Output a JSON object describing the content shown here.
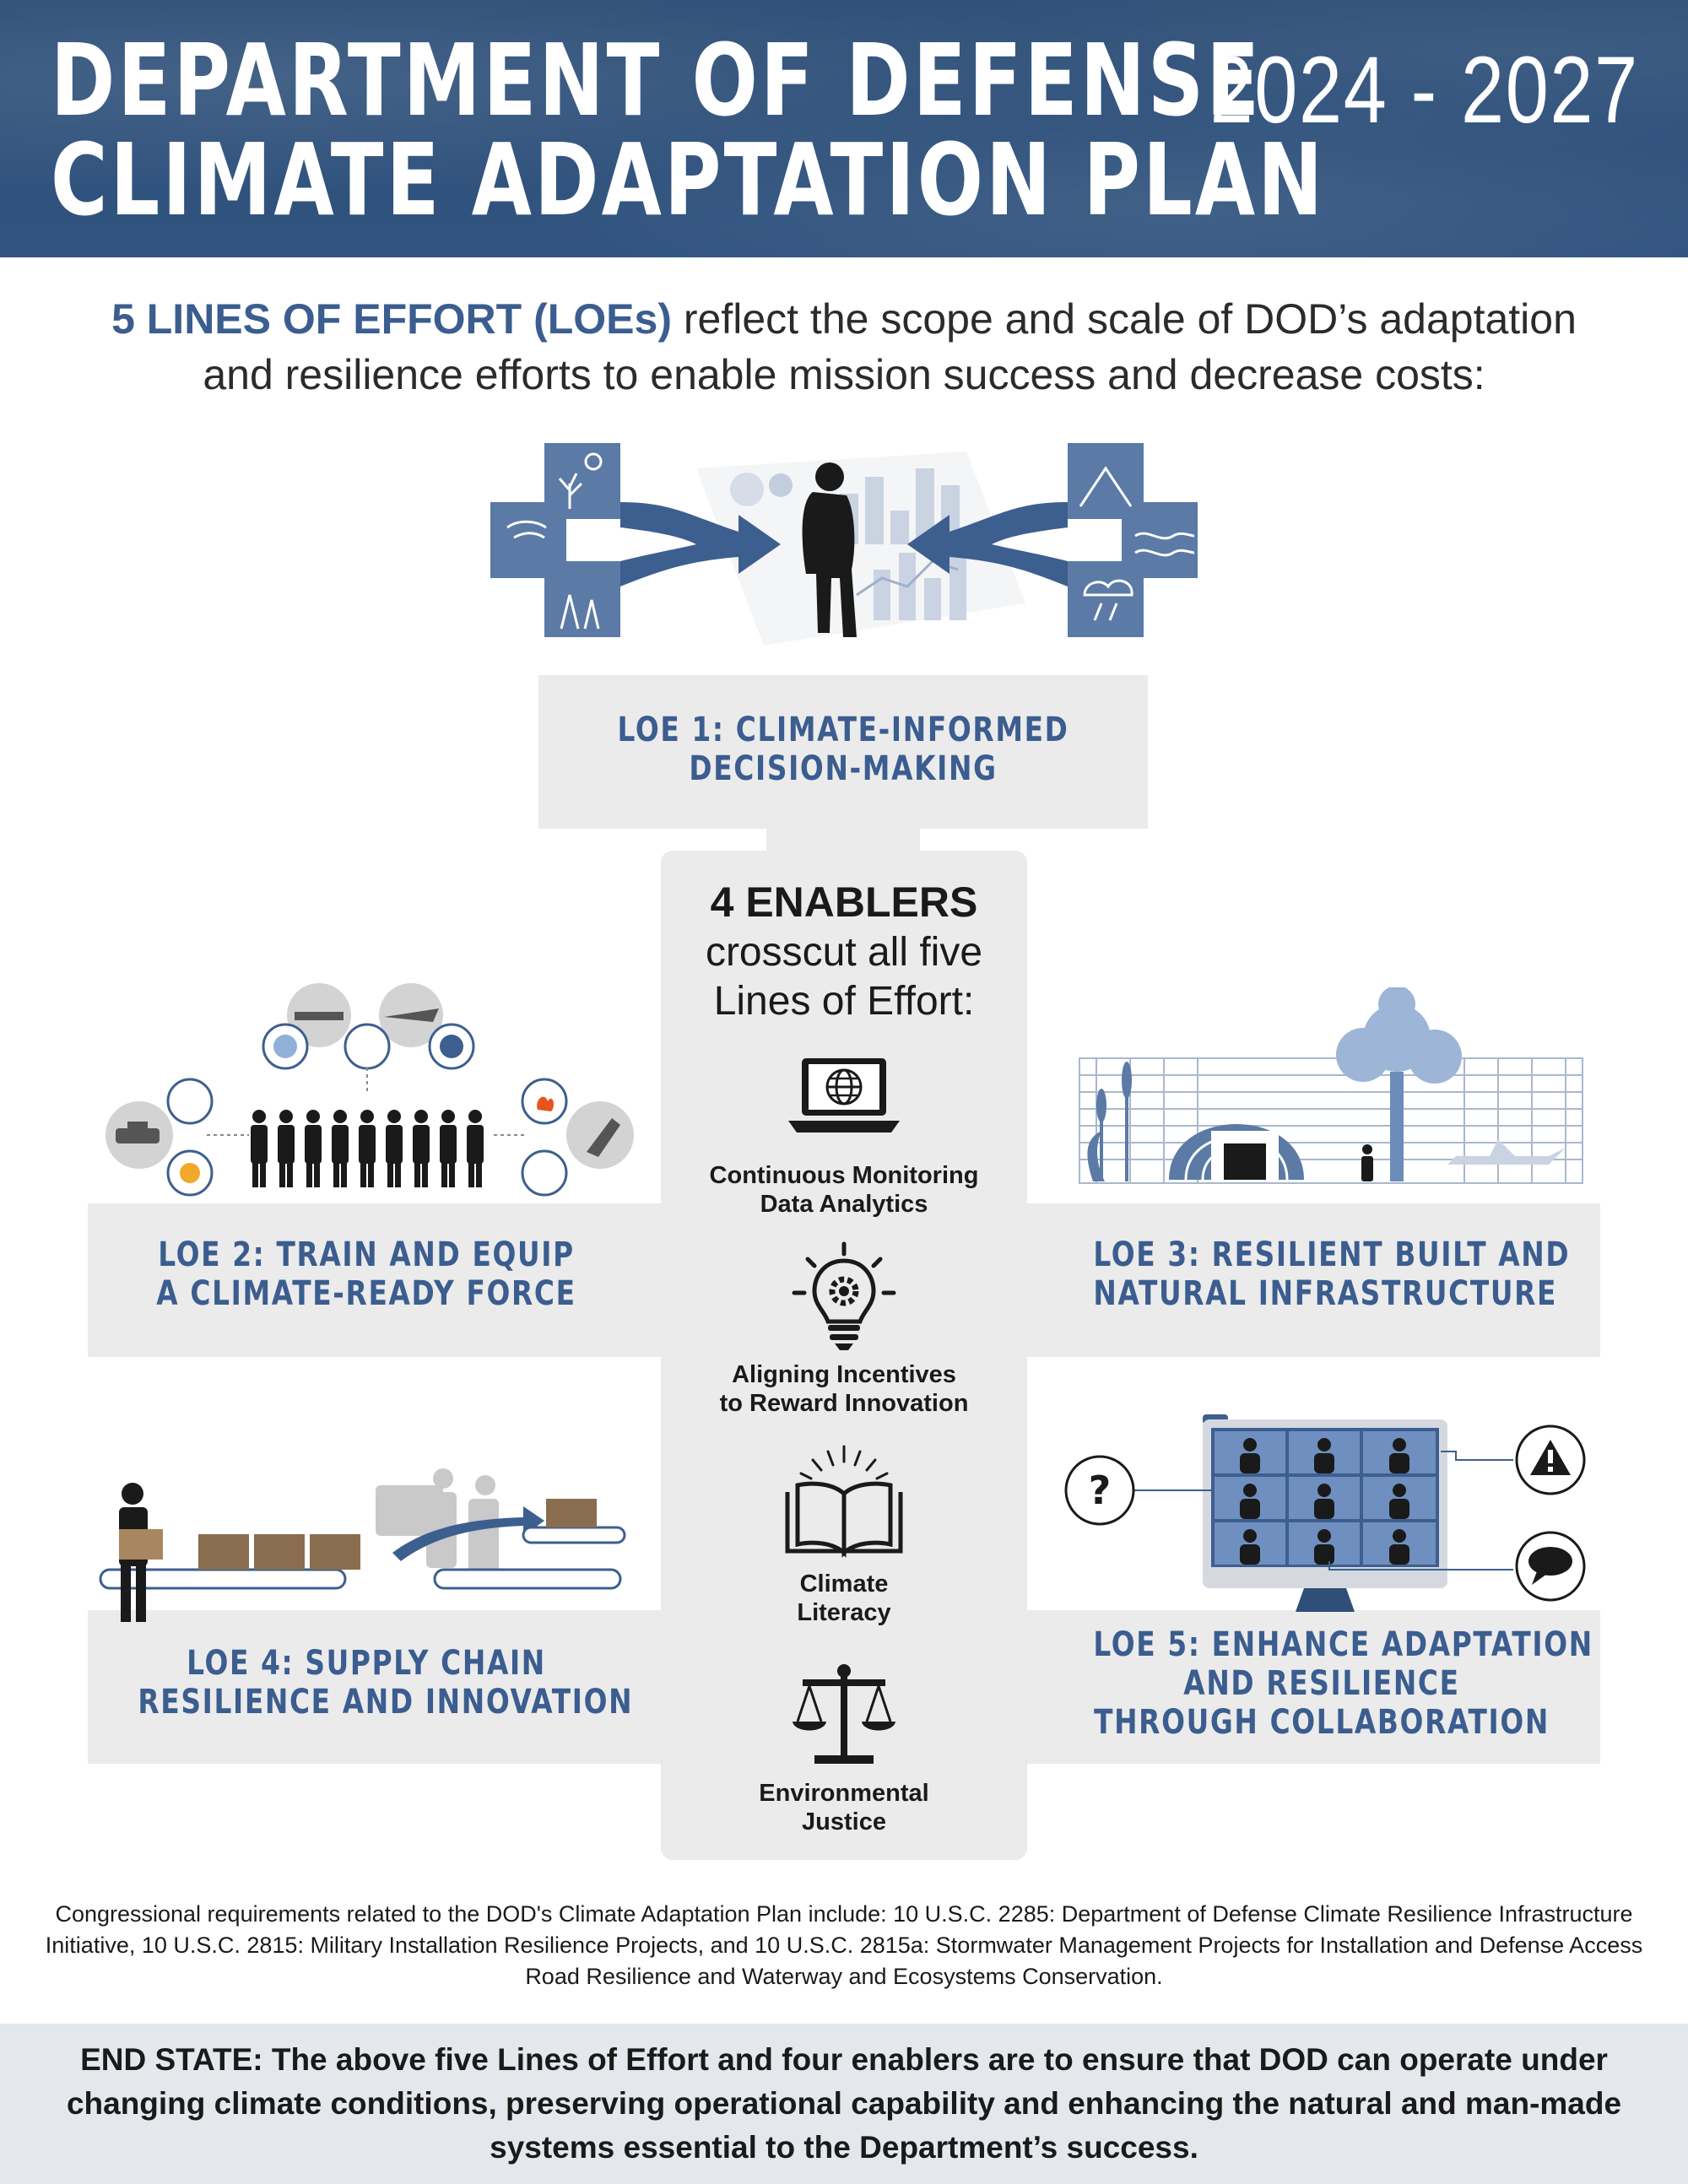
{
  "header": {
    "title_line1": "DEPARTMENT OF DEFENSE",
    "title_line2": "CLIMATE ADAPTATION PLAN",
    "years": "2024 - 2027"
  },
  "intro": {
    "highlight": "5 LINES OF EFFORT (LOEs)",
    "text1": " reflect the scope and scale of DOD’s adaptation",
    "text2": "and resilience efforts to enable mission success and decrease costs:"
  },
  "loes": {
    "loe1_l1": "LOE 1: CLIMATE-INFORMED",
    "loe1_l2": "DECISION-MAKING",
    "loe2_l1": "LOE 2: TRAIN AND EQUIP",
    "loe2_l2": "A CLIMATE-READY FORCE",
    "loe3_l1": "LOE 3: RESILIENT BUILT AND",
    "loe3_l2": "NATURAL INFRASTRUCTURE",
    "loe4_l1": "LOE 4: SUPPLY CHAIN",
    "loe4_l2": "RESILIENCE AND INNOVATION",
    "loe5_l1": "LOE 5: ENHANCE ADAPTATION",
    "loe5_l2": "AND RESILIENCE",
    "loe5_l3": "THROUGH COLLABORATION"
  },
  "enablers": {
    "title": "4 ENABLERS",
    "sub1": "crosscut all five",
    "sub2": "Lines of Effort:",
    "e1_l1": "Continuous Monitoring",
    "e1_l2": "Data Analytics",
    "e2_l1": "Aligning Incentives",
    "e2_l2": "to Reward Innovation",
    "e3_l1": "Climate",
    "e3_l2": "Literacy",
    "e4_l1": "Environmental",
    "e4_l2": "Justice"
  },
  "icons": {
    "e1": "laptop-globe-icon",
    "e2": "lightbulb-gear-icon",
    "e3": "open-book-icon",
    "e4": "scales-icon",
    "warning": "warning-icon",
    "question": "question-icon",
    "chat": "speech-bubble-icon"
  },
  "congress_text": "Congressional requirements related to the DOD's Climate Adaptation Plan include: 10 U.S.C. 2285: Department of Defense Climate Resilience Infrastructure Initiative, 10 U.S.C. 2815: Military Installation Resilience Projects, and 10 U.S.C. 2815a: Stormwater Management Projects for Installation and Defense Access Road Resilience and Waterway and Ecosystems Conservation.",
  "end_state": "END STATE:  The above five Lines of Effort and four enablers are to ensure that DOD can operate under changing climate conditions, preserving operational capability and enhancing the natural and man-made systems essential to the Department’s success.",
  "colors": {
    "header_bg": "#2f5079",
    "accent_blue": "#3b5d8f",
    "panel_grey": "#ebebeb",
    "footer_bg": "#e4e7ec"
  }
}
